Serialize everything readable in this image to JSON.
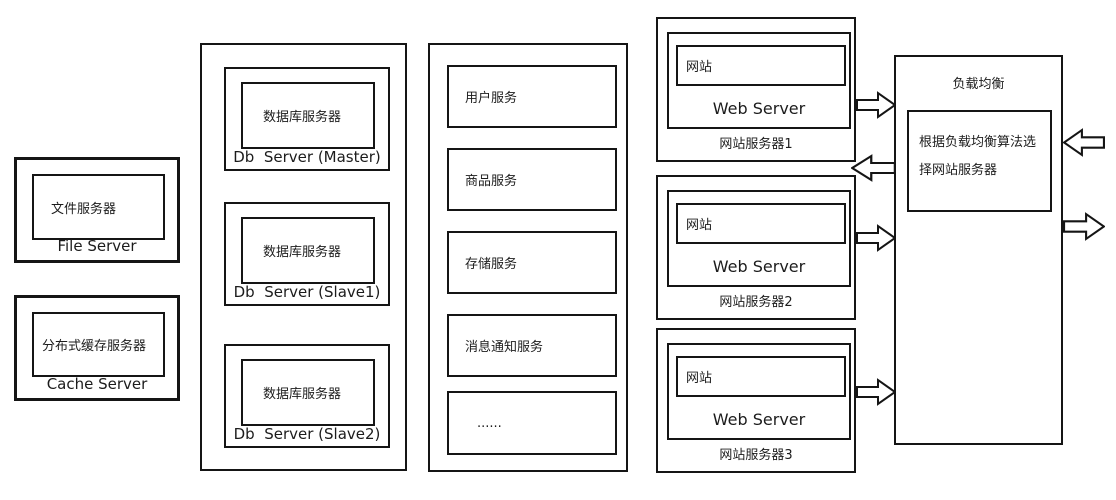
{
  "file_server": {
    "box_label": "文件服务器",
    "caption": "File Server"
  },
  "cache_server": {
    "box_label": "分布式缓存服务器",
    "caption": "Cache Server"
  },
  "db_cluster": {
    "nodes": [
      {
        "box_label": "数据库服务器",
        "caption": "Db  Server (Master)"
      },
      {
        "box_label": "数据库服务器",
        "caption": "Db  Server (Slave1)"
      },
      {
        "box_label": "数据库服务器",
        "caption": "Db  Server (Slave2)"
      }
    ]
  },
  "services": {
    "items": [
      "用户服务",
      "商品服务",
      "存储服务",
      "消息通知服务",
      "......"
    ]
  },
  "web_servers": [
    {
      "site": "网站",
      "server_caption": "Web Server",
      "caption": "网站服务器1"
    },
    {
      "site": "网站",
      "server_caption": "Web Server",
      "caption": "网站服务器2"
    },
    {
      "site": "网站",
      "server_caption": "Web Server",
      "caption": "网站服务器3"
    }
  ],
  "load_balancer": {
    "title": "负载均衡",
    "rule_text": "根据负载均衡算法选择网站服务器"
  },
  "colors": {
    "line": "#151515",
    "background": "#ffffff"
  }
}
